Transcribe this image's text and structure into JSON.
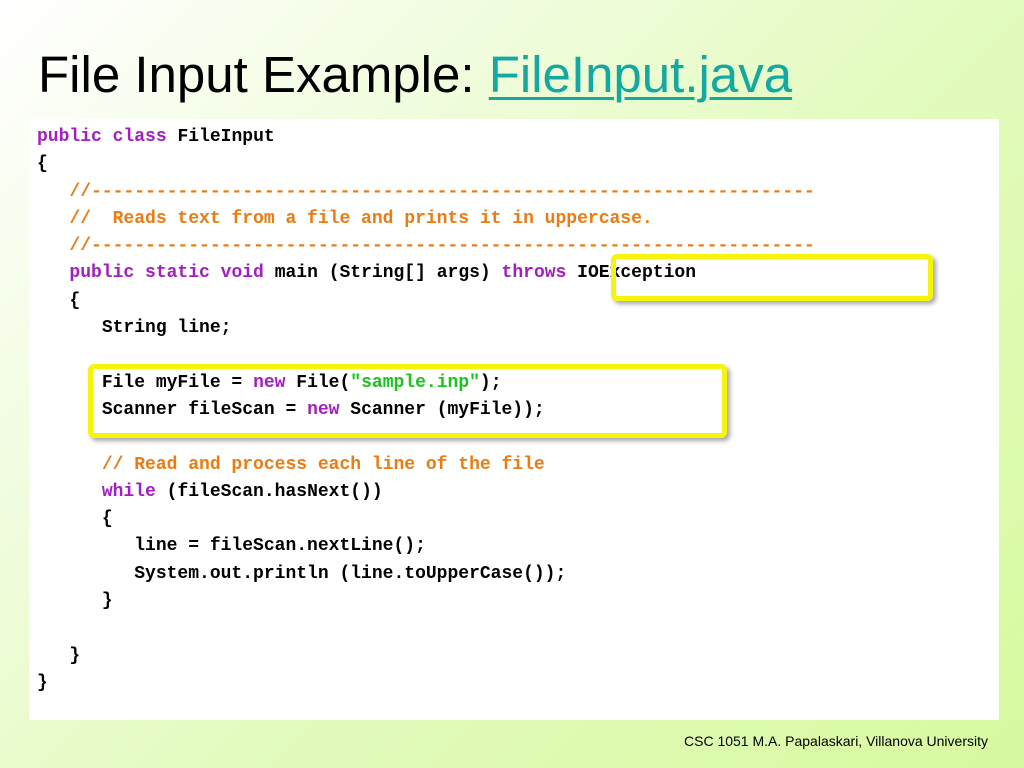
{
  "slide": {
    "title_prefix": "File Input Example:",
    "title_link": "FileInput.java",
    "footer": "CSC 1051 M.A. Papalaskari, Villanova University"
  },
  "code": {
    "l1": {
      "kw1": "public",
      "kw2": "class",
      "name": "FileInput"
    },
    "l2": {
      "text": "{"
    },
    "l3": {
      "comment": "//-------------------------------------------------------------------"
    },
    "l4": {
      "comment": "//  Reads text from a file and prints it in uppercase."
    },
    "l5": {
      "comment": "//-------------------------------------------------------------------"
    },
    "l6": {
      "kw1": "public",
      "kw2": "static",
      "kw3": "void",
      "sig": "main (String[] args)",
      "kw4": "throws",
      "exc": "IOException"
    },
    "l7": {
      "text": "{"
    },
    "l8": {
      "text": "String line;"
    },
    "l9": {
      "pre": "File myFile =",
      "kw": "new",
      "mid": "File(",
      "str": "\"sample.inp\"",
      "post": ");"
    },
    "l10": {
      "pre": "Scanner fileScan =",
      "kw": "new",
      "post": "Scanner (myFile));"
    },
    "l11": {
      "comment": "// Read and process each line of the file"
    },
    "l12": {
      "kw": "while",
      "post": "(fileScan.hasNext())"
    },
    "l13": {
      "text": "{"
    },
    "l14": {
      "text": "line = fileScan.nextLine();"
    },
    "l15": {
      "text": "System.out.println (line.toUpperCase());"
    },
    "l16": {
      "text": "}"
    },
    "l17": {
      "text": "}"
    },
    "l18": {
      "text": "}"
    }
  },
  "colors": {
    "keyword": "#a41dc4",
    "comment": "#ee7a10",
    "string": "#1bc41b",
    "link": "#15a8a0",
    "highlight": "#f6f40a"
  }
}
